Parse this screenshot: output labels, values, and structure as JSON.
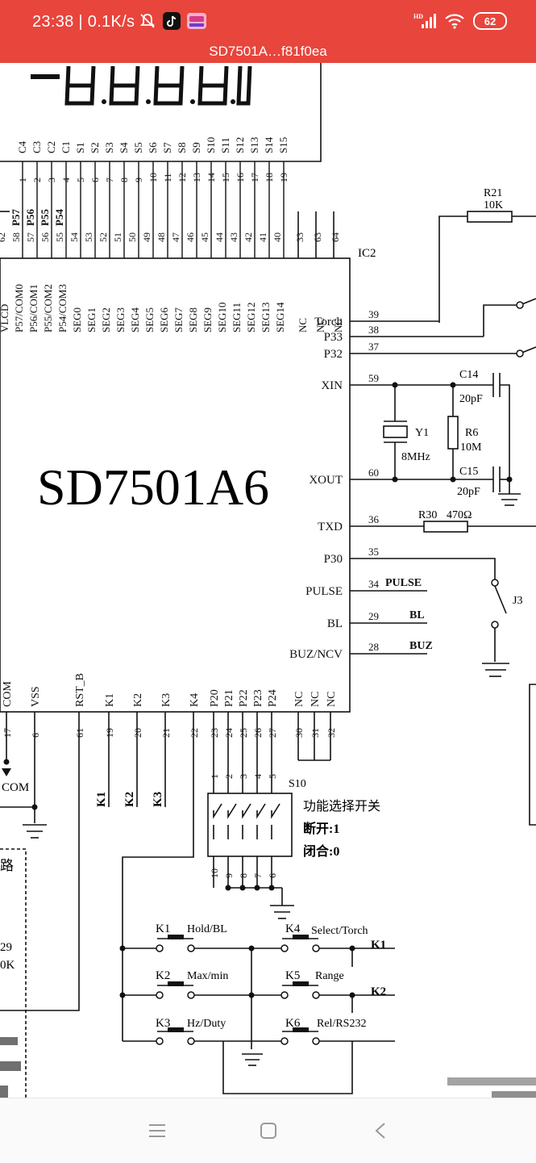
{
  "status": {
    "time": "23:38",
    "speed": "0.1K/s",
    "network": "HD",
    "battery": "62"
  },
  "title": "SD7501A…f81f0ea",
  "schematic": {
    "chip_name": "SD7501A6",
    "chip_ref": "IC2",
    "top_cols": [
      {
        "label": "C4",
        "num": "1"
      },
      {
        "label": "C3",
        "num": "2"
      },
      {
        "label": "C2",
        "num": "3"
      },
      {
        "label": "C1",
        "num": "4"
      },
      {
        "label": "S1",
        "num": "5"
      },
      {
        "label": "S2",
        "num": "6"
      },
      {
        "label": "S3",
        "num": "7"
      },
      {
        "label": "S4",
        "num": "8"
      },
      {
        "label": "S5",
        "num": "9"
      },
      {
        "label": "S6",
        "num": "10"
      },
      {
        "label": "S7",
        "num": "11"
      },
      {
        "label": "S8",
        "num": "12"
      },
      {
        "label": "S9",
        "num": "13"
      },
      {
        "label": "S10",
        "num": "14"
      },
      {
        "label": "S11",
        "num": "15"
      },
      {
        "label": "S12",
        "num": "16"
      },
      {
        "label": "S13",
        "num": "17"
      },
      {
        "label": "S14",
        "num": "18"
      },
      {
        "label": "S15",
        "num": "19"
      }
    ],
    "bus_labels": [
      "P57",
      "P56",
      "P55",
      "P54"
    ],
    "pin_cols": [
      {
        "num": "62",
        "label": "VLCD"
      },
      {
        "num": "58",
        "label": "P57/COM0"
      },
      {
        "num": "57",
        "label": "P56/COM1"
      },
      {
        "num": "56",
        "label": "P55/COM2"
      },
      {
        "num": "55",
        "label": "P54/COM3"
      },
      {
        "num": "54",
        "label": "SEG0"
      },
      {
        "num": "53",
        "label": "SEG1"
      },
      {
        "num": "52",
        "label": "SEG2"
      },
      {
        "num": "51",
        "label": "SEG3"
      },
      {
        "num": "50",
        "label": "SEG4"
      },
      {
        "num": "49",
        "label": "SEG5"
      },
      {
        "num": "48",
        "label": "SEG6"
      },
      {
        "num": "47",
        "label": "SEG7"
      },
      {
        "num": "46",
        "label": "SEG8"
      },
      {
        "num": "45",
        "label": "SEG9"
      },
      {
        "num": "44",
        "label": "SEG10"
      },
      {
        "num": "43",
        "label": "SEG11"
      },
      {
        "num": "42",
        "label": "SEG12"
      },
      {
        "num": "41",
        "label": "SEG13"
      },
      {
        "num": "40",
        "label": "SEG14"
      },
      {
        "num": "33",
        "label": "NC"
      },
      {
        "num": "63",
        "label": "NC"
      },
      {
        "num": "64",
        "label": "NC"
      }
    ],
    "right_pins": [
      {
        "label": "Torch",
        "num": "39",
        "net": ""
      },
      {
        "label": "P33",
        "num": "38",
        "net": ""
      },
      {
        "label": "P32",
        "num": "37",
        "net": ""
      },
      {
        "label": "XIN",
        "num": "59",
        "net": ""
      },
      {
        "label": "XOUT",
        "num": "60",
        "net": ""
      },
      {
        "label": "TXD",
        "num": "36",
        "net": ""
      },
      {
        "label": "P30",
        "num": "35",
        "net": ""
      },
      {
        "label": "PULSE",
        "num": "34",
        "net": "PULSE"
      },
      {
        "label": "BL",
        "num": "29",
        "net": "BL"
      },
      {
        "label": "BUZ/NCV",
        "num": "28",
        "net": "BUZ"
      }
    ],
    "bottom_pins": [
      {
        "label": "COM",
        "num": "17"
      },
      {
        "label": "VSS",
        "num": "6"
      },
      {
        "label": "RST_B",
        "num": "61"
      },
      {
        "label": "K1",
        "num": "19"
      },
      {
        "label": "K2",
        "num": "20"
      },
      {
        "label": "K3",
        "num": "21"
      },
      {
        "label": "K4",
        "num": "22"
      },
      {
        "label": "P20",
        "num": "23"
      },
      {
        "label": "P21",
        "num": "24"
      },
      {
        "label": "P22",
        "num": "25"
      },
      {
        "label": "P23",
        "num": "26"
      },
      {
        "label": "P24",
        "num": "27"
      },
      {
        "label": "NC",
        "num": "30"
      },
      {
        "label": "NC",
        "num": "31"
      },
      {
        "label": "NC",
        "num": "32"
      }
    ],
    "k_labels": [
      "K1",
      "K2",
      "K3"
    ],
    "com_label": "COM",
    "r21": {
      "ref": "R21",
      "value": "10K"
    },
    "c14": {
      "ref": "C14",
      "value": "20pF"
    },
    "c15": {
      "ref": "C15",
      "value": "20pF"
    },
    "y1": {
      "ref": "Y1",
      "value": "8MHz"
    },
    "r6": {
      "ref": "R6",
      "value": "10M"
    },
    "r30": {
      "ref": "R30",
      "value": "470Ω"
    },
    "j3": "J3",
    "s10": {
      "ref": "S10",
      "top_nums": [
        "1",
        "2",
        "3",
        "4",
        "5"
      ],
      "bottom_nums": [
        "10",
        "9",
        "8",
        "7",
        "6"
      ],
      "desc": "功能选择开关",
      "off": "断开:1",
      "on": "闭合:0"
    },
    "keys": [
      {
        "ref": "K1",
        "func": "Hold/BL"
      },
      {
        "ref": "K4",
        "func": "Select/Torch"
      },
      {
        "ref": "K2",
        "func": "Max/min"
      },
      {
        "ref": "K5",
        "func": "Range"
      },
      {
        "ref": "K3",
        "func": "Hz/Duty"
      },
      {
        "ref": "K6",
        "func": "Rel/RS232"
      }
    ],
    "key_nets": [
      "K1",
      "K2"
    ],
    "left_frag": [
      "路",
      "29",
      "0K"
    ]
  }
}
